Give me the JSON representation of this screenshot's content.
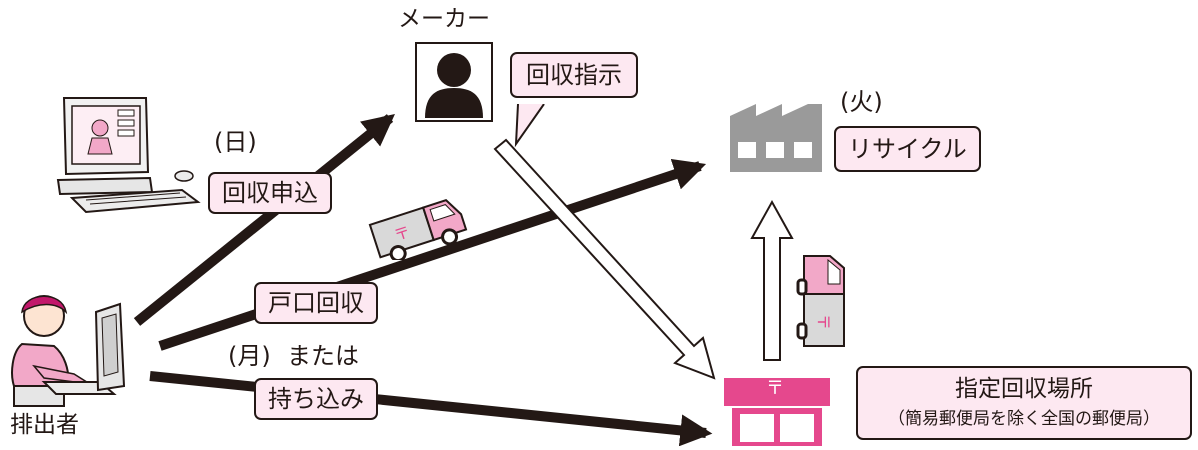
{
  "actors": {
    "maker": "メーカー",
    "discharger": "排出者"
  },
  "labels": {
    "collection_instruction": "回収指示",
    "collection_application": "回収申込",
    "door_collection": "戸口回収",
    "carry_in": "持ち込み",
    "recycle": "リサイクル",
    "or": "または"
  },
  "day_marks": {
    "sun": "(日)",
    "mon": "(月)",
    "tue": "(火)"
  },
  "designated_site": {
    "title": "指定回収場所",
    "note": "（簡易郵便局を除く全国の郵便局）"
  },
  "postal_mark": "〒",
  "colors": {
    "label_fill": "#fde8f1",
    "postal_pink": "#e5488d",
    "arrow": "#231815",
    "factory": "#9a9a9a"
  }
}
